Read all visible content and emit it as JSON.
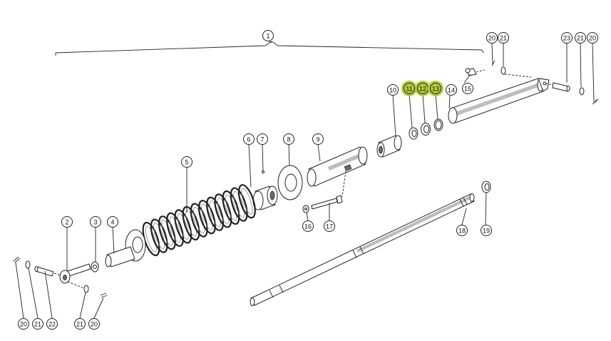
{
  "diagram": {
    "assembly_label": "1",
    "callouts": [
      {
        "id": "c1",
        "label": "1",
        "highlight": false
      },
      {
        "id": "c2",
        "label": "2",
        "highlight": false
      },
      {
        "id": "c3",
        "label": "3",
        "highlight": false
      },
      {
        "id": "c4",
        "label": "4",
        "highlight": false
      },
      {
        "id": "c5",
        "label": "5",
        "highlight": false
      },
      {
        "id": "c6",
        "label": "6",
        "highlight": false
      },
      {
        "id": "c7",
        "label": "7",
        "highlight": false
      },
      {
        "id": "c8",
        "label": "8",
        "highlight": false
      },
      {
        "id": "c9",
        "label": "9",
        "highlight": false
      },
      {
        "id": "c10",
        "label": "10",
        "highlight": false
      },
      {
        "id": "c11",
        "label": "11",
        "highlight": true
      },
      {
        "id": "c12",
        "label": "12",
        "highlight": true
      },
      {
        "id": "c13",
        "label": "13",
        "highlight": true
      },
      {
        "id": "c14",
        "label": "14",
        "highlight": false
      },
      {
        "id": "c15",
        "label": "15",
        "highlight": false
      },
      {
        "id": "c16",
        "label": "16",
        "highlight": false
      },
      {
        "id": "c17",
        "label": "17",
        "highlight": false
      },
      {
        "id": "c18",
        "label": "18",
        "highlight": false
      },
      {
        "id": "c19",
        "label": "19",
        "highlight": false
      },
      {
        "id": "c20a",
        "label": "20",
        "highlight": false
      },
      {
        "id": "c21a",
        "label": "21",
        "highlight": false
      },
      {
        "id": "c23",
        "label": "23",
        "highlight": false
      },
      {
        "id": "c21b",
        "label": "21",
        "highlight": false
      },
      {
        "id": "c20b",
        "label": "20",
        "highlight": false
      },
      {
        "id": "c20c",
        "label": "20",
        "highlight": false
      },
      {
        "id": "c21c",
        "label": "21",
        "highlight": false
      },
      {
        "id": "c22",
        "label": "22",
        "highlight": false
      },
      {
        "id": "c21d",
        "label": "21",
        "highlight": false
      },
      {
        "id": "c20d",
        "label": "20",
        "highlight": false
      }
    ],
    "highlight_color": "#b5cc3a"
  }
}
